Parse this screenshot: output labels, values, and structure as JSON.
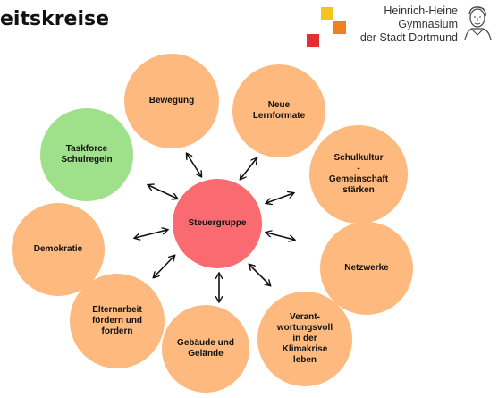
{
  "header": {
    "title": "eitskreise",
    "school_name_line1": "Heinrich-Heine",
    "school_name_line2": "Gymnasium",
    "school_name_line3": "der Stadt Dortmund"
  },
  "colors": {
    "orange_circle": "#fdb97e",
    "green_circle": "#9fe08a",
    "red_circle": "#f96b71",
    "logo_yellow": "#f7c41c",
    "logo_orange": "#f07f1d",
    "logo_red": "#e3302f"
  },
  "diagram": {
    "center": {
      "label": "Steuergruppe",
      "color": "red"
    },
    "nodes": [
      {
        "id": "bewegung",
        "label": "Bewegung",
        "color": "orange"
      },
      {
        "id": "neue-lernformate",
        "label": "Neue\nLernformate",
        "color": "orange"
      },
      {
        "id": "schulkultur",
        "label": "Schulkultur\n-\nGemeinschaft\nstärken",
        "color": "orange"
      },
      {
        "id": "netzwerke",
        "label": "Netzwerke",
        "color": "orange"
      },
      {
        "id": "verantwortung",
        "label": "Verant-\nwortungsvoll\nin der\nKlimakrise\nleben",
        "color": "orange"
      },
      {
        "id": "gebaeude",
        "label": "Gebäude und\nGelände",
        "color": "orange"
      },
      {
        "id": "elternarbeit",
        "label": "Elternarbeit\nfördern und\nfordern",
        "color": "orange"
      },
      {
        "id": "demokratie",
        "label": "Demokratie",
        "color": "orange"
      },
      {
        "id": "taskforce",
        "label": "Taskforce\nSchulregeln",
        "color": "green"
      }
    ]
  }
}
